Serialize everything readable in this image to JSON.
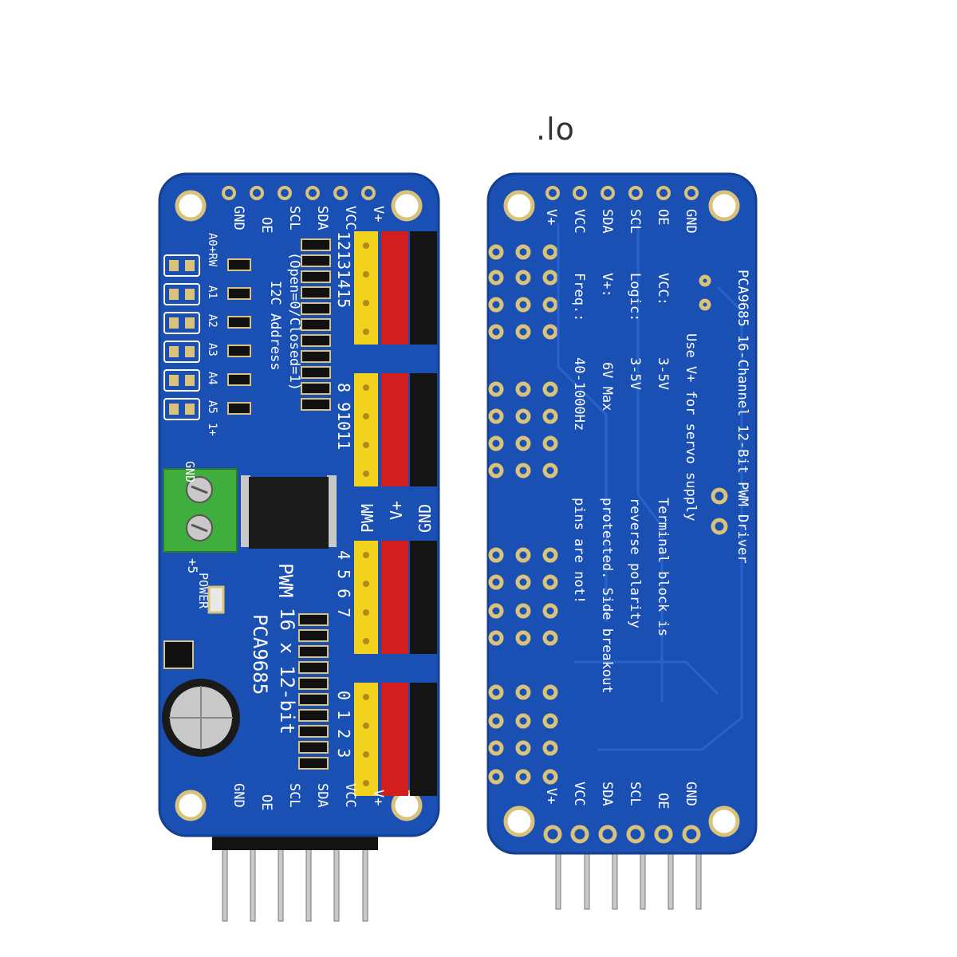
{
  "watermark": ".lo",
  "colors": {
    "pcb": "#1a50b3",
    "pcb_edge": "#163f8f",
    "trace": "#1d5bc4",
    "silk": "#ffffff",
    "gold": "#d9c27a",
    "header_yellow": "#f2d21c",
    "header_red": "#d21e1e",
    "header_black": "#151515",
    "terminal_green": "#3fae3f",
    "chip": "#1a1a1a"
  },
  "front_board": {
    "top_labels": [
      "GND",
      "OE",
      "SCL",
      "SDA",
      "VCC",
      "V+"
    ],
    "bottom_labels": [
      "GND",
      "OE",
      "SCL",
      "SDA",
      "VCC",
      "V+"
    ],
    "address_labels": [
      "A0+RW",
      "A1",
      "A2",
      "A3",
      "A4",
      "A5",
      "1+"
    ],
    "i2c_title": "I2C Address",
    "i2c_sub": "(Open=0/Closed=1)",
    "channel_nums_row1": "12131415",
    "channel_nums_row2": "8 91011",
    "channel_nums_row3": "4 5 6 7",
    "channel_nums_row4": "0 1 2 3",
    "group_labels": [
      "PWM",
      "V+",
      "GND"
    ],
    "terminal_label": "GND",
    "terminal_plus": "+5",
    "chip_name": "PCA9685",
    "chip_desc": "16 x 12-bit",
    "pwm_label": "PWM",
    "power_label": "POWER"
  },
  "back_board": {
    "top_labels": [
      "GND",
      "OE",
      "SCL",
      "SDA",
      "VCC",
      "V+"
    ],
    "bottom_labels": [
      "GND",
      "OE",
      "SCL",
      "SDA",
      "VCC",
      "V+"
    ],
    "title": "PCA9685 16-Channel 12-Bit PWM Driver",
    "line1": "Use V+ for servo supply",
    "line2": "Terminal block is",
    "line3": "reverse polarity",
    "line4": "protected. Side breakout",
    "line5": "pins are not!",
    "spec_vcc": "VCC:",
    "spec_vcc_val": "3-5V",
    "spec_logic": "Logic:",
    "spec_logic_val": "3-5V",
    "spec_v": "V+:",
    "spec_v_val": "6V Max",
    "spec_freq": "Freq.:",
    "spec_freq_val": "40-1000Hz"
  }
}
